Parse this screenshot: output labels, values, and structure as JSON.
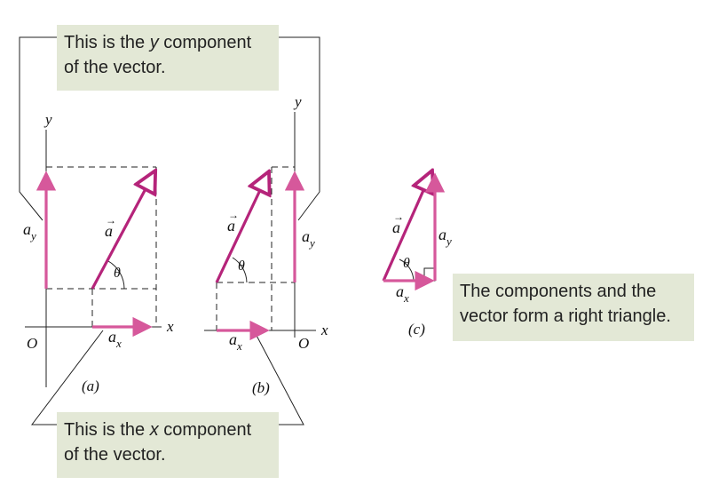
{
  "callouts": {
    "y_component": {
      "before": "This is the ",
      "var": "y",
      "after": " component",
      "line2": "of the vector."
    },
    "x_component": {
      "before": "This is the ",
      "var": "x",
      "after": " component",
      "line2": "of the vector."
    },
    "right_triangle": {
      "line1": "The components and the",
      "line2": "vector form a right triangle."
    }
  },
  "panels": {
    "a": {
      "label": "(a)",
      "origin": "O",
      "x_axis": "x",
      "y_axis": "y",
      "vector": "a",
      "ax": "a",
      "ax_sub": "x",
      "ay": "a",
      "ay_sub": "y",
      "theta": "θ",
      "arrow_mark": "→"
    },
    "b": {
      "label": "(b)",
      "origin": "O",
      "x_axis": "x",
      "y_axis": "y",
      "vector": "a",
      "ax": "a",
      "ax_sub": "x",
      "ay": "a",
      "ay_sub": "y",
      "theta": "θ",
      "arrow_mark": "→"
    },
    "c": {
      "label": "(c)",
      "vector": "a",
      "ax": "a",
      "ax_sub": "x",
      "ay": "a",
      "ay_sub": "y",
      "theta": "θ",
      "arrow_mark": "→"
    }
  },
  "colors": {
    "vector": "#b5247a",
    "component": "#d6589b",
    "callout_bg": "#e3e8d6",
    "line": "#222222"
  }
}
